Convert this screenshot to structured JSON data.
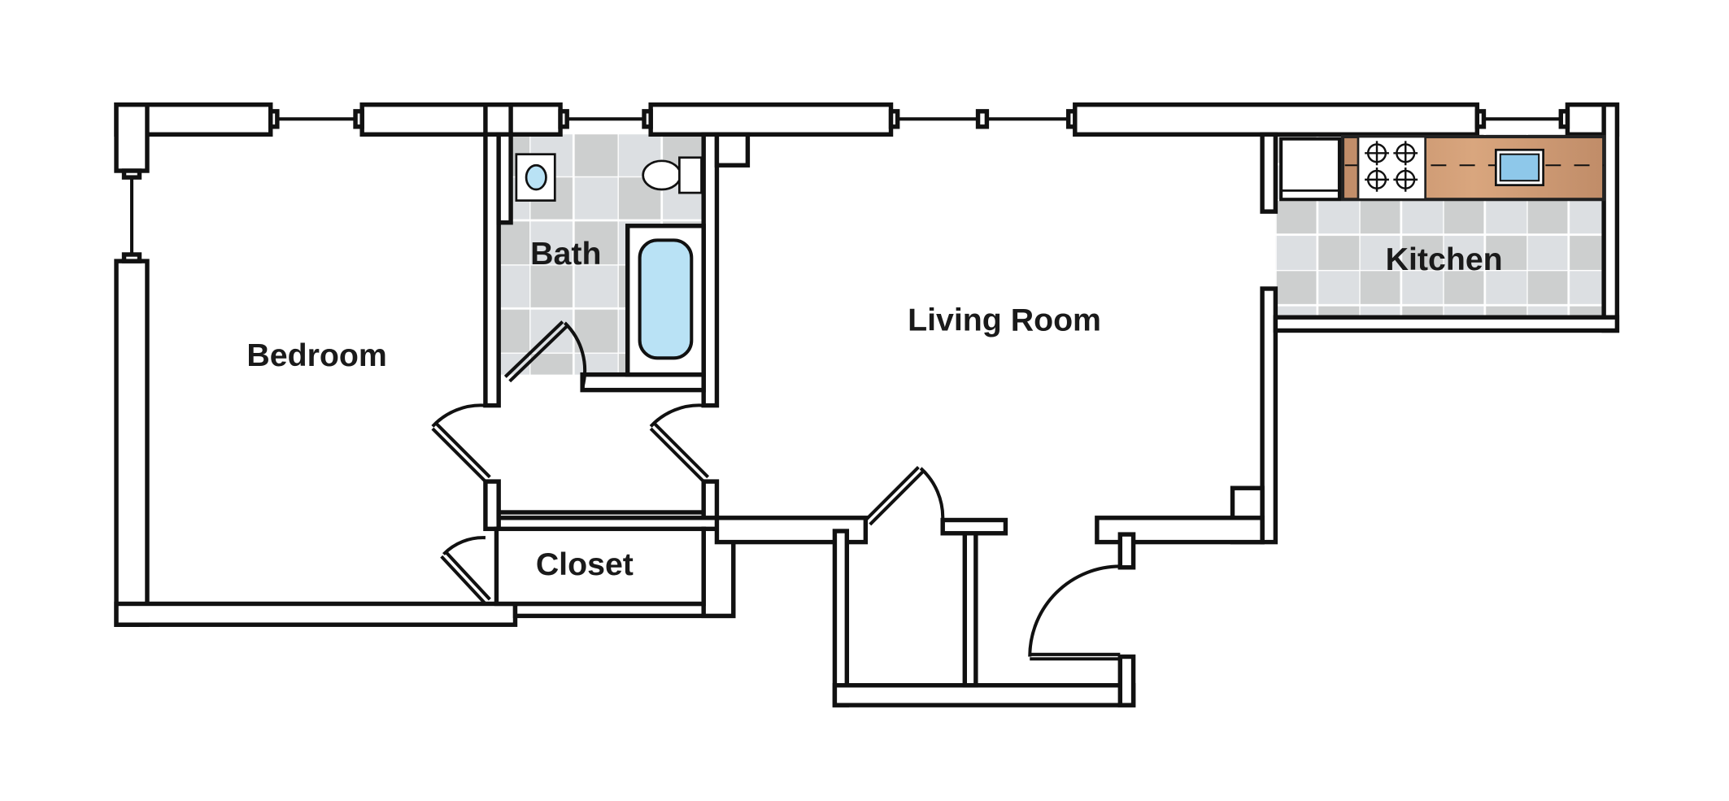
{
  "rooms": {
    "bedroom": "Bedroom",
    "bath": "Bath",
    "living_room": "Living Room",
    "kitchen": "Kitchen",
    "closet": "Closet"
  },
  "colors": {
    "wall": "#111111",
    "tile_light": "#dcdfe2",
    "tile_dark": "#cdcfcf",
    "fixture_water": "#b9e2f5",
    "kitchen_sink": "#8ec8ea",
    "counter": "#d4a07a"
  },
  "fixtures": [
    "sink-icon",
    "toilet-icon",
    "bathtub-icon",
    "refrigerator-icon",
    "stove-icon",
    "kitchen-sink-icon"
  ]
}
